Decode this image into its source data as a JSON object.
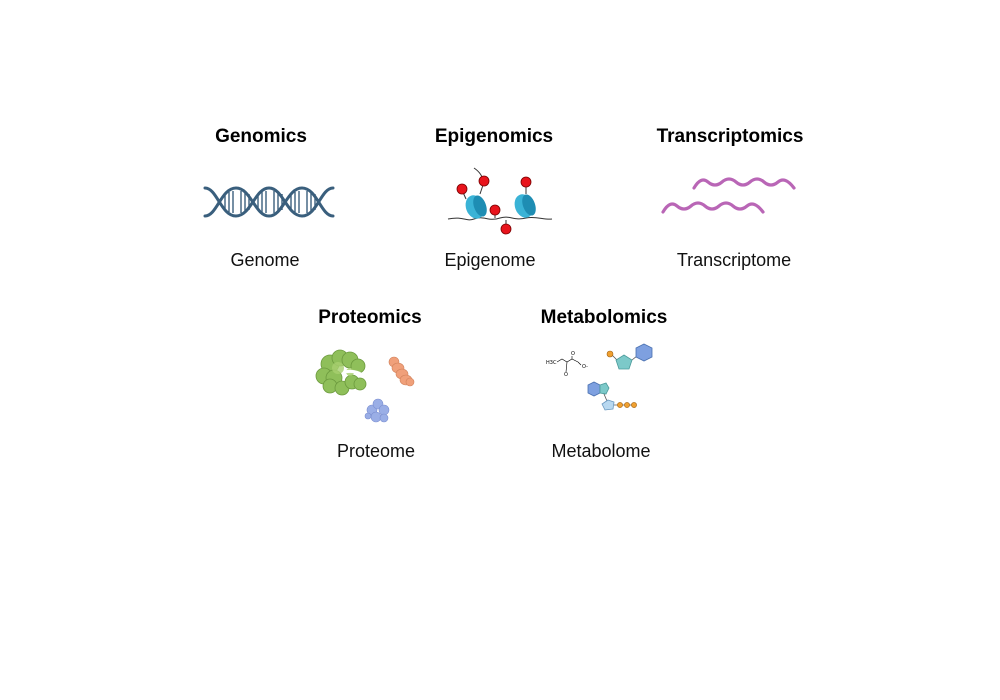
{
  "categories": [
    {
      "id": "genomics",
      "title": "Genomics",
      "label": "Genome",
      "icon": "dna-helix-icon"
    },
    {
      "id": "epigenomics",
      "title": "Epigenomics",
      "label": "Epigenome",
      "icon": "nucleosome-methylation-icon"
    },
    {
      "id": "transcriptomics",
      "title": "Transcriptomics",
      "label": "Transcriptome",
      "icon": "rna-strands-icon"
    },
    {
      "id": "proteomics",
      "title": "Proteomics",
      "label": "Proteome",
      "icon": "proteins-icon"
    },
    {
      "id": "metabolomics",
      "title": "Metabolomics",
      "label": "Metabolome",
      "icon": "metabolites-icon"
    }
  ],
  "chem": {
    "methyl": "H3C",
    "o1": "O",
    "o2": "O",
    "o3": "O-"
  },
  "colors": {
    "dna": "#3a5f7d",
    "nucleosome": "#3ab3d6",
    "methyl_mark": "#e8141c",
    "rna": "#b966b6",
    "protein_green": "#8fbf5a",
    "protein_orange": "#f0a07a",
    "protein_blue": "#9aaee6",
    "hexagon_blue": "#7ea0e0",
    "pentagon_teal": "#7cc9c9",
    "phosphate": "#f0a030"
  }
}
